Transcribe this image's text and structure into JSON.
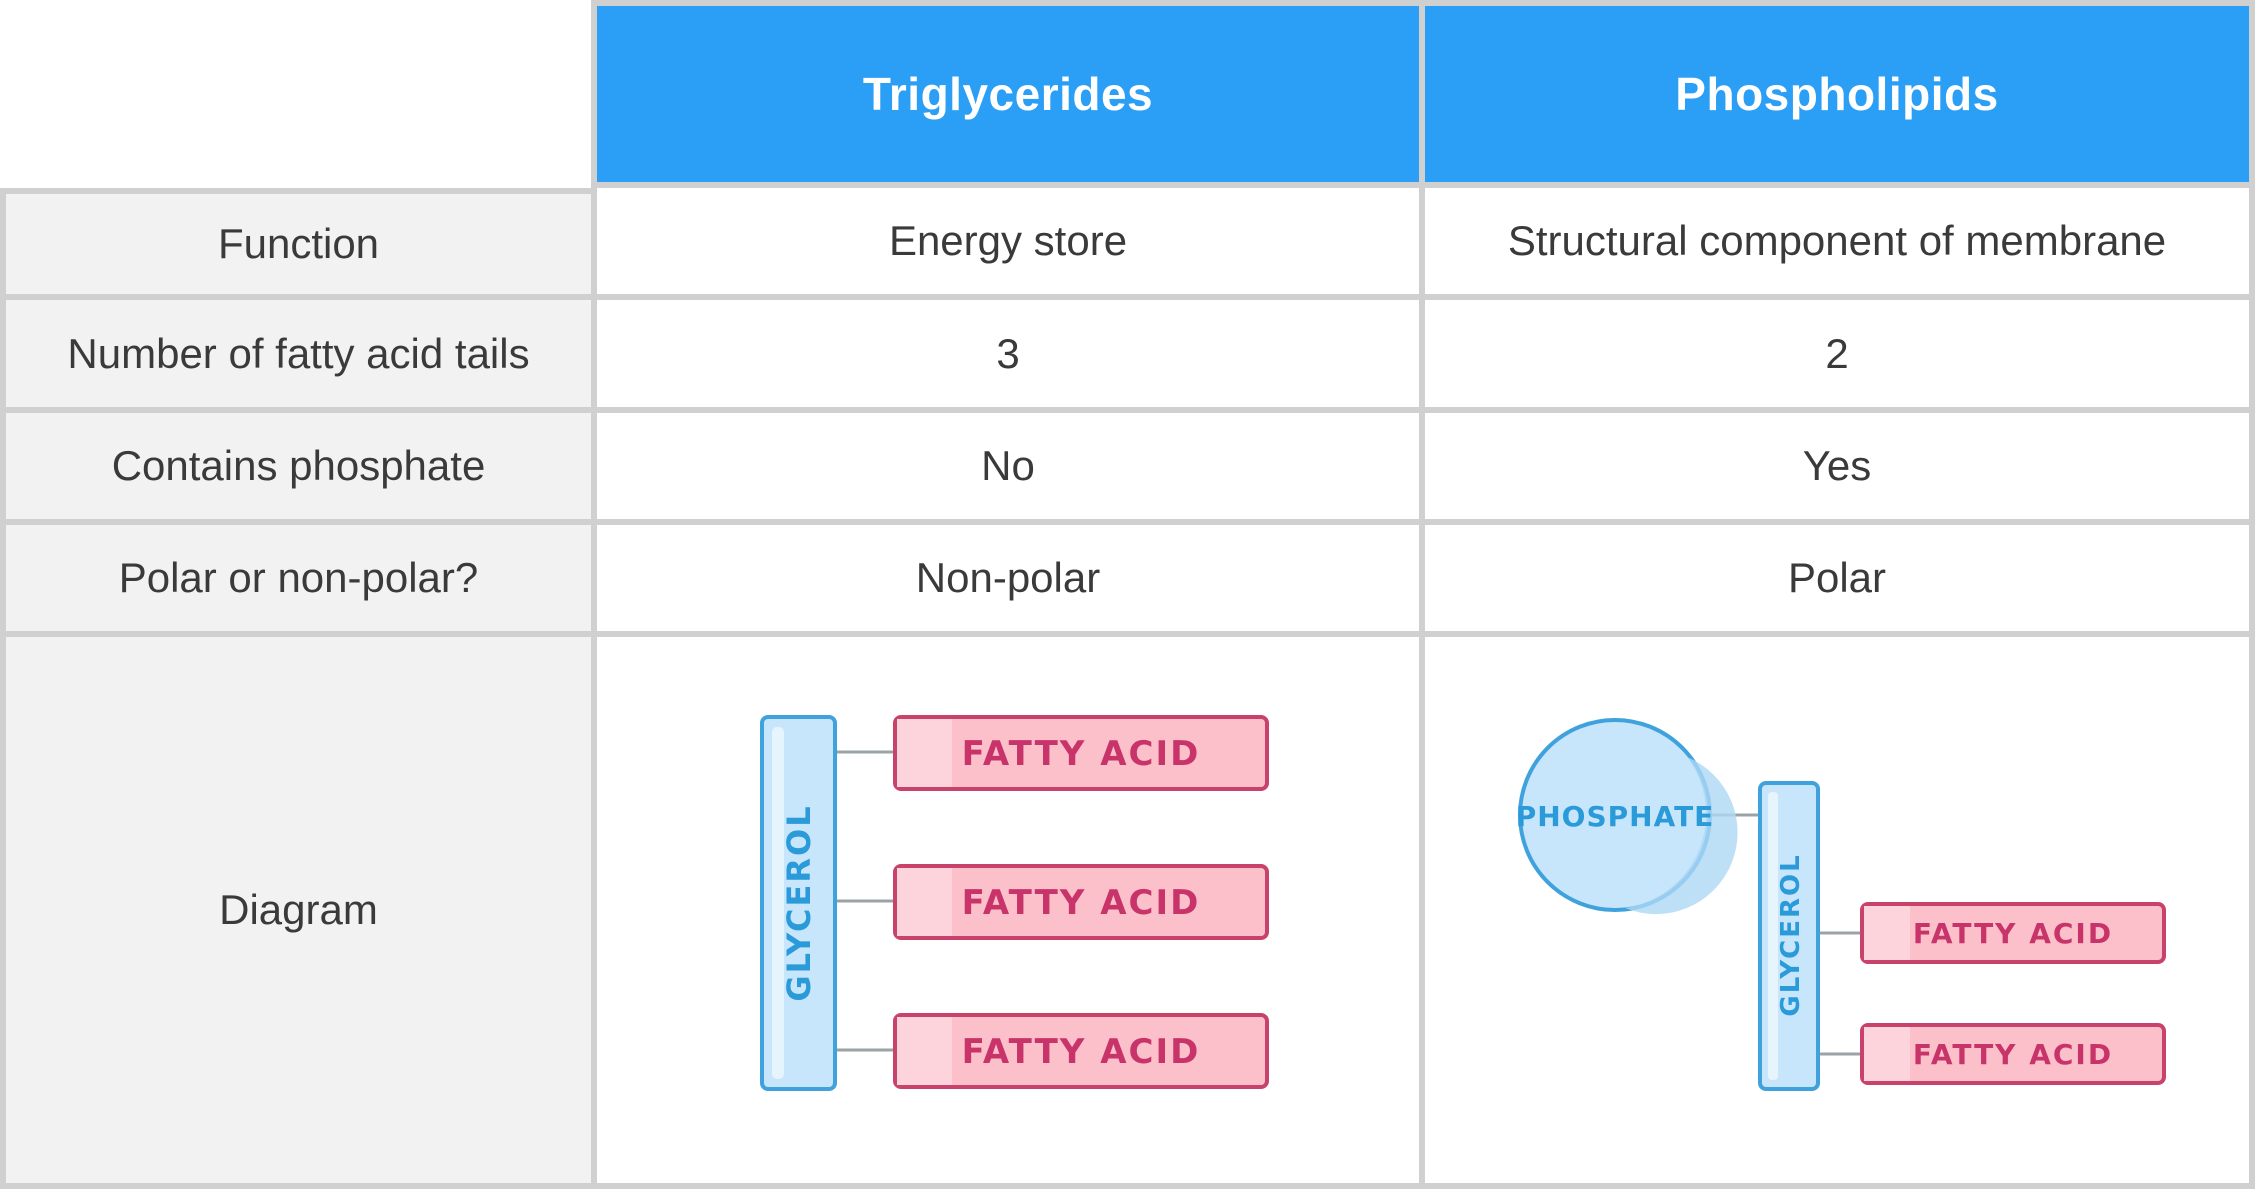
{
  "table": {
    "headers": [
      "Triglycerides",
      "Phospholipids"
    ],
    "rows": [
      {
        "label": "Function",
        "triglycerides": "Energy store",
        "phospholipids": "Structural component of membrane"
      },
      {
        "label": "Number of fatty acid tails",
        "triglycerides": "3",
        "phospholipids": "2"
      },
      {
        "label": "Contains phosphate",
        "triglycerides": "No",
        "phospholipids": "Yes"
      },
      {
        "label": "Polar or non-polar?",
        "triglycerides": "Non-polar",
        "phospholipids": "Polar"
      },
      {
        "label": "Diagram"
      }
    ]
  },
  "diagram": {
    "glycerol_label": "GLYCEROL",
    "fatty_acid_label": "FATTY ACID",
    "phosphate_label": "PHOSPHATE"
  },
  "colors": {
    "header_bg": "#2b9ef5",
    "label_bg": "#f2f2f2",
    "grid_line": "#d0d0d0",
    "fatty_acid_fill": "#fcc0cb",
    "fatty_acid_stroke": "#c8426b",
    "glycerol_fill": "#c7e6fb",
    "glycerol_stroke": "#3fa2dc"
  }
}
